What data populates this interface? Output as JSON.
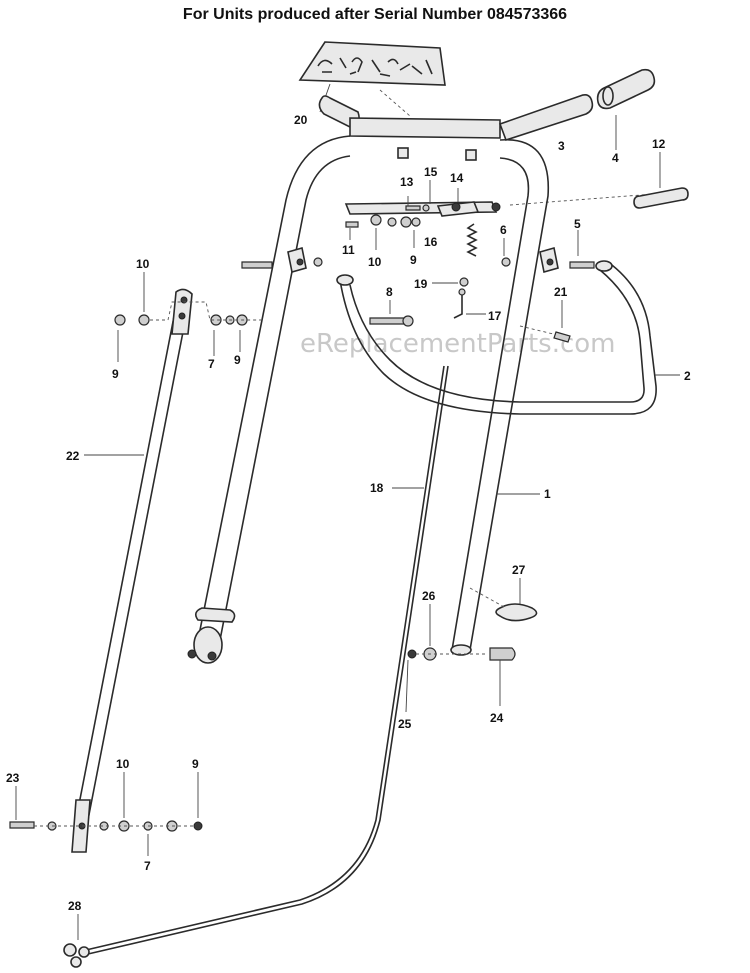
{
  "title": "For Units produced after Serial Number 084573366",
  "watermark": "eReplacementParts.com",
  "callouts": {
    "c1": "1",
    "c2": "2",
    "c3": "3",
    "c4": "4",
    "c5": "5",
    "c6": "6",
    "c7a": "7",
    "c7b": "7",
    "c8": "8",
    "c9a": "9",
    "c9b": "9",
    "c9c": "9",
    "c9d": "9",
    "c10a": "10",
    "c10b": "10",
    "c10c": "10",
    "c11": "11",
    "c12": "12",
    "c13": "13",
    "c14": "14",
    "c15": "15",
    "c16": "16",
    "c17": "17",
    "c18": "18",
    "c19": "19",
    "c20": "20",
    "c21": "21",
    "c22": "22",
    "c23": "23",
    "c24": "24",
    "c25": "25",
    "c26": "26",
    "c27": "27",
    "c28": "28"
  }
}
